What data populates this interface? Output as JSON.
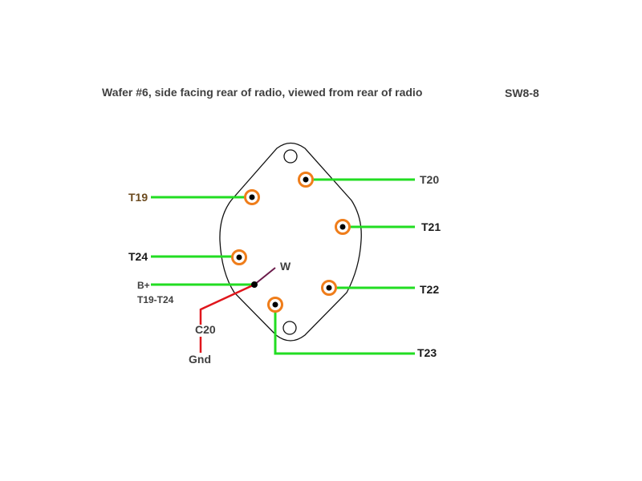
{
  "title": "Wafer #6, side facing rear of radio, viewed from rear of radio",
  "ref": "SW8-8",
  "colors": {
    "lead": "#22dd22",
    "ring": "#ef7d1a",
    "dot": "#000000",
    "red_wire": "#e0161c",
    "purple_wire": "#6b1a4a",
    "outline": "#111111"
  },
  "terminals": {
    "t19": "T19",
    "t20": "T20",
    "t21": "T21",
    "t22": "T22",
    "t23": "T23",
    "t24": "T24",
    "bplus": "B+",
    "range": "T19-T24",
    "w": "W",
    "c20": "C20",
    "gnd": "Gnd"
  }
}
